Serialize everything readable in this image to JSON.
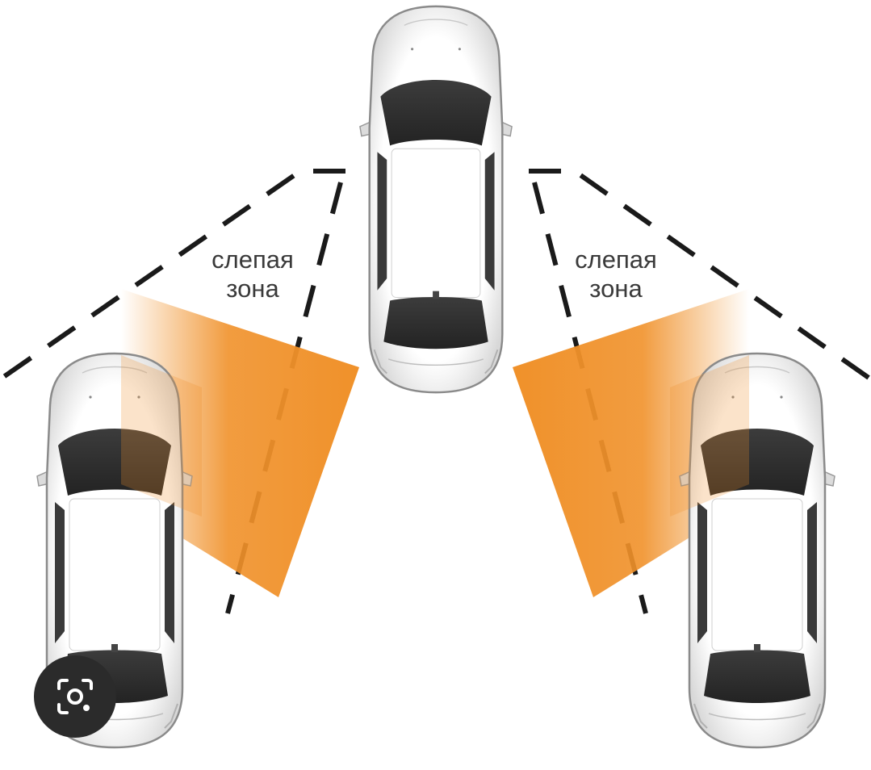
{
  "labels": {
    "left_zone": {
      "line1": "слепая",
      "line2": "зона"
    },
    "right_zone": {
      "line1": "слепая",
      "line2": "зона"
    }
  },
  "colors": {
    "blind_zone": "#f0912a",
    "dash_line": "#1a1a1a",
    "car_body": "#f2f2f2",
    "car_glass": "#2f2f2f",
    "lens_button_bg": "#2b2b2b"
  },
  "icons": {
    "lens_button": "camera-lens-icon"
  }
}
